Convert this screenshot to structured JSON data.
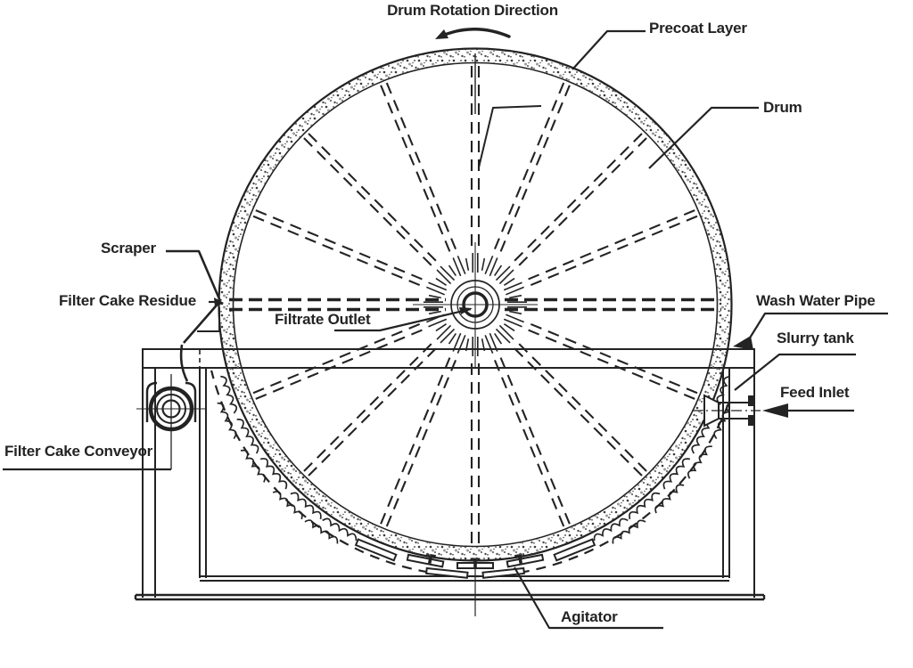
{
  "diagram": {
    "type": "rotary-drum-precoat-filter-schematic",
    "labels": {
      "rotation_direction": "Drum Rotation Direction",
      "precoat_layer": "Precoat Layer",
      "drum": "Drum",
      "scraper": "Scraper",
      "filter_cake_residue": "Filter Cake Residue",
      "filtrate_outlet": "Filtrate Outlet",
      "wash_water_pipe": "Wash Water Pipe",
      "slurry_tank": "Slurry tank",
      "feed_inlet": "Feed Inlet",
      "filter_cake_conveyor": "Filter Cake Conveyor",
      "agitator": "Agitator"
    },
    "colors": {
      "ink": "#232323",
      "background": "#ffffff"
    }
  }
}
